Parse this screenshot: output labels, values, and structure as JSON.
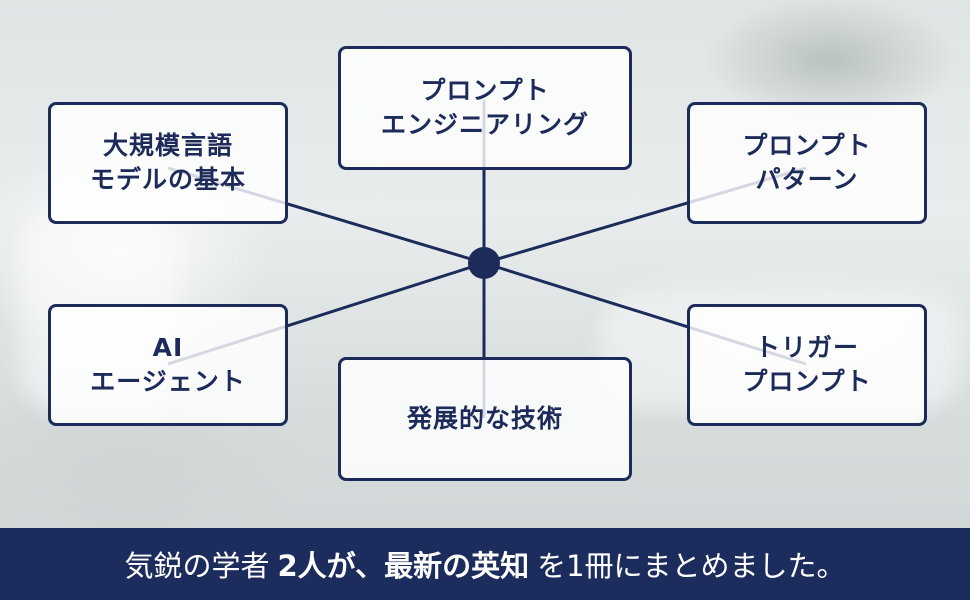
{
  "colors": {
    "navy": "#1d2b5b",
    "banner_bg": "#1c2c5d",
    "box_bg": "#ffffff"
  },
  "nodes": {
    "llm_basics": {
      "line1": "大規模言語",
      "line2": "モデルの基本"
    },
    "prompt_engineering": {
      "line1": "プロンプト",
      "line2": "エンジニアリング"
    },
    "prompt_patterns": {
      "line1": "プロンプト",
      "line2": "パターン"
    },
    "ai_agent": {
      "line1": "AI",
      "line2": "エージェント"
    },
    "advanced_techniques": {
      "line1": "発展的な技術"
    },
    "trigger_prompt": {
      "line1": "トリガー",
      "line2": "プロンプト"
    }
  },
  "banner": {
    "part1": "気鋭の学者",
    "part2": "2人が、",
    "part3": "最新の英知",
    "part4": "を1冊にまとめました。"
  }
}
